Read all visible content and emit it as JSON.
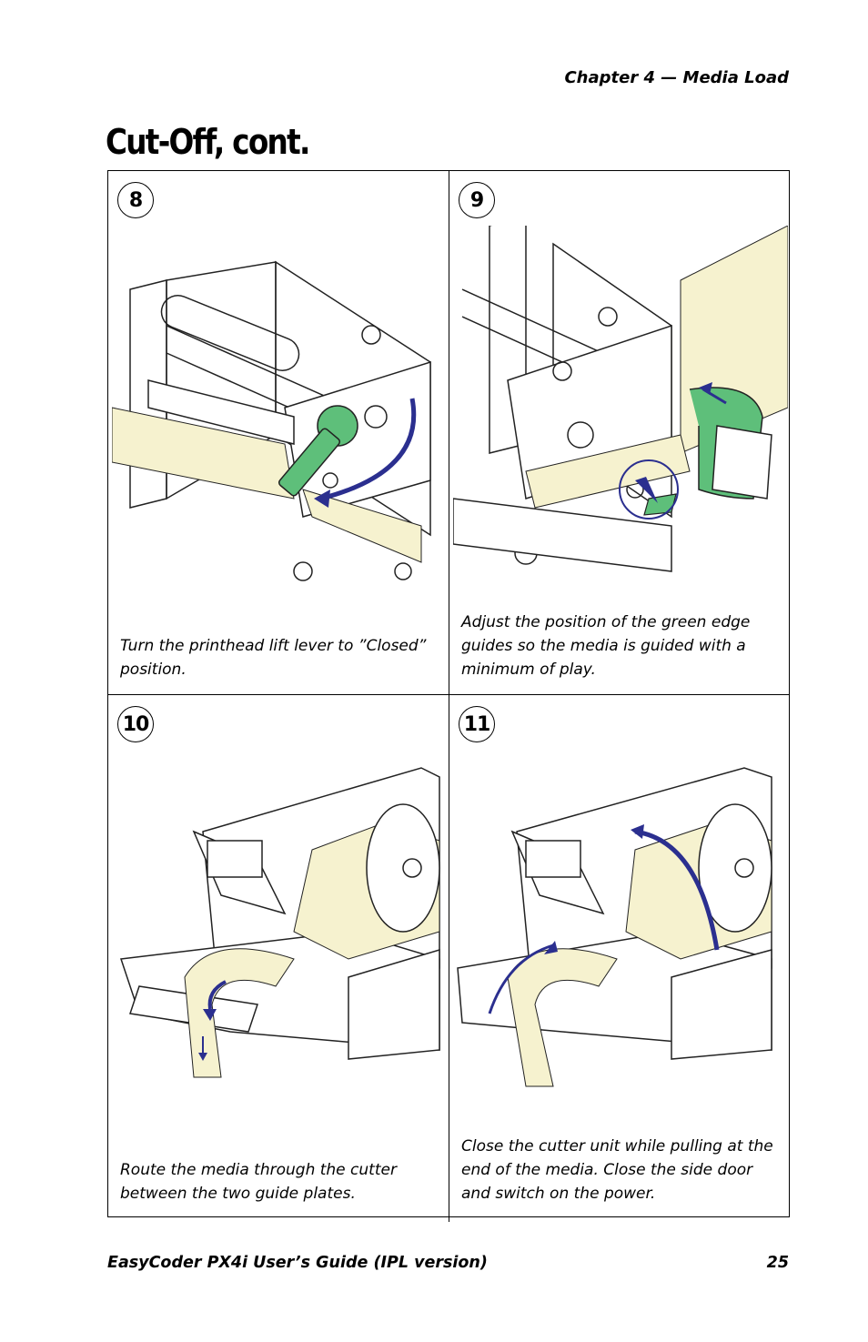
{
  "header": {
    "chapter": "Chapter 4 — Media Load"
  },
  "page_title": "Cut-Off, cont.",
  "steps": [
    {
      "number": "8",
      "caption": "Turn the printhead lift lever to ”Closed” position."
    },
    {
      "number": "9",
      "caption": "Adjust the position of the green edge guides so the media is guided with a minimum of play."
    },
    {
      "number": "10",
      "caption": "Route the media through the cutter between the two guide plates."
    },
    {
      "number": "11",
      "caption": "Close the cutter unit while pulling at the end of the media. Close the side door and switch on the power."
    }
  ],
  "footer": {
    "guide": "EasyCoder PX4i User’s Guide (IPL version)",
    "page_number": "25"
  },
  "colors": {
    "highlight_green": "#5ebf7a",
    "arrow_blue": "#2b2f8f",
    "media_cream": "#f6f2cf",
    "line": "#222222"
  }
}
